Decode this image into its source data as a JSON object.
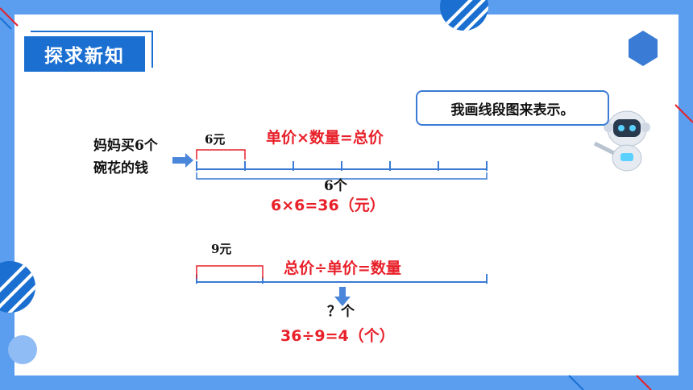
{
  "slide": {
    "section_title": "探求新知",
    "speech_bubble": "我画线段图来表示。",
    "problem1": {
      "label_line1": "妈妈买6个",
      "label_line2": "碗花的钱",
      "unit_price": "6元",
      "formula": "单价×数量=总价",
      "count_label": "6个",
      "calculation": "6×6=36（元）"
    },
    "problem2": {
      "unit_price": "9元",
      "formula": "总价÷单价=数量",
      "count_label": "？个",
      "calculation": "36÷9=4（个）"
    }
  },
  "colors": {
    "background_blue": "#5b9ef0",
    "title_blue": "#1a6fd1",
    "accent_red": "#e8202a",
    "segment_blue": "#3a7bd5"
  }
}
